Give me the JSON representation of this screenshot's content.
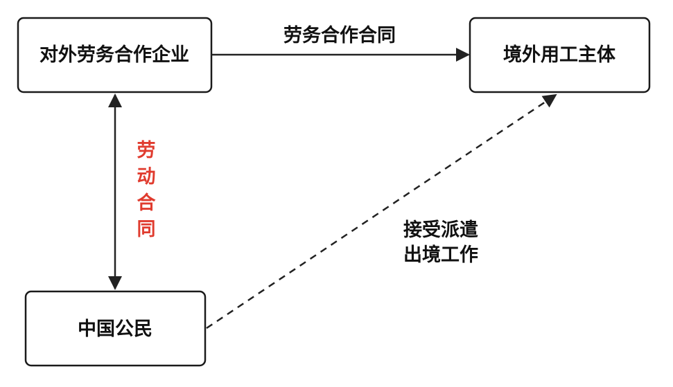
{
  "nodes": {
    "enterprise": "对外劳务合作企业",
    "employer": "境外用工主体",
    "citizen": "中国公民"
  },
  "edges": {
    "service_contract": "劳务合作合同",
    "labor_contract_chars": [
      "劳",
      "动",
      "合",
      "同"
    ],
    "dispatch_lines": [
      "接受派遣",
      "出境工作"
    ]
  },
  "colors": {
    "labor_contract": "#e03b2e",
    "stroke": "#1a1a1a"
  }
}
